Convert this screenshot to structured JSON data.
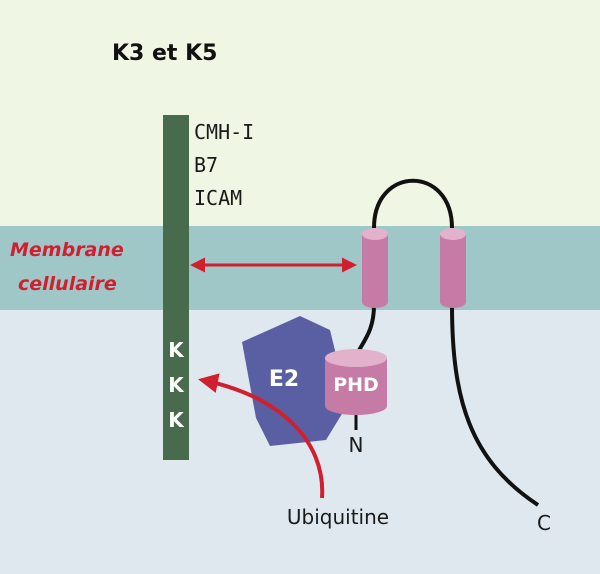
{
  "title": "K3 et K5",
  "targets": [
    "CMH-I",
    "B7",
    "ICAM"
  ],
  "membrane_label": [
    "Membrane",
    "cellulaire"
  ],
  "lysines": [
    "K",
    "K",
    "K"
  ],
  "e2_label": "E2",
  "phd_label": "PHD",
  "n_terminus": "N",
  "c_terminus": "C",
  "ubiquitin_label": "Ubiquitine",
  "colors": {
    "extracellular": "#f0f6e4",
    "membrane": "#9fc7c7",
    "cytoplasm": "#dee8ee",
    "receptor": "#496b4d",
    "helix": "#c67aa6",
    "e2": "#5a5fa3",
    "arrow": "#d01f2e"
  }
}
